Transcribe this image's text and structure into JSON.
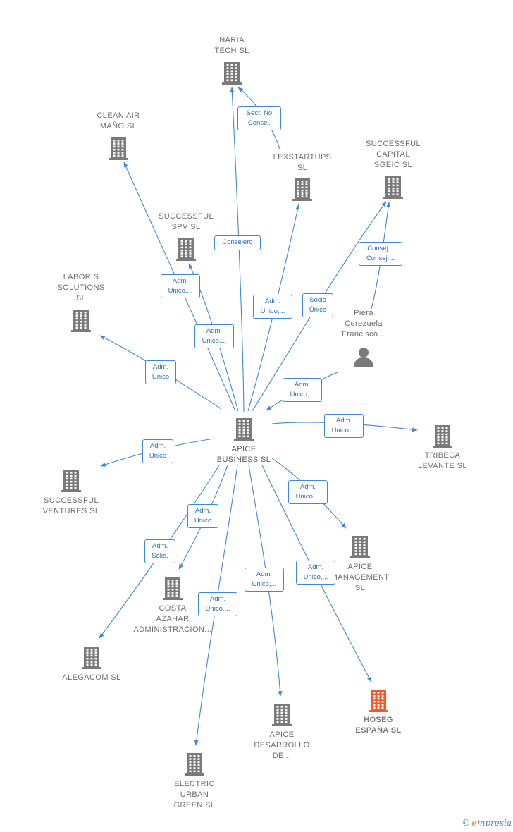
{
  "colors": {
    "edge": "#3f88d4",
    "building": "#7a7a7a",
    "highlight": "#ef5a2a",
    "person": "#7a7a7a"
  },
  "nodes": [
    {
      "id": "naria",
      "label": "NARIA\nTECH  SL",
      "type": "company",
      "highlight": false
    },
    {
      "id": "clean",
      "label": "CLEAN AIR\nMAÑO  SL",
      "type": "company",
      "highlight": false
    },
    {
      "id": "lexst",
      "label": "LEXSTARTUPS\nSL",
      "type": "company",
      "highlight": false
    },
    {
      "id": "succcap",
      "label": "SUCCESSFUL\nCAPITAL\nSGEIC  SL",
      "type": "company",
      "highlight": false
    },
    {
      "id": "succspv",
      "label": "SUCCESSFUL\nSPV  SL",
      "type": "company",
      "highlight": false
    },
    {
      "id": "laboris",
      "label": "LABORIS\nSOLUTIONS\nSL",
      "type": "company",
      "highlight": false
    },
    {
      "id": "piera",
      "label": "Piera\nCerezuela\nFrancisco...",
      "type": "person",
      "highlight": false
    },
    {
      "id": "apice",
      "label": "APICE\nBUSINESS  SL",
      "type": "company",
      "highlight": false
    },
    {
      "id": "tribeca",
      "label": "TRIBECA\nLEVANTE  SL",
      "type": "company",
      "highlight": false
    },
    {
      "id": "succvent",
      "label": "SUCCESSFUL\nVENTURES  SL",
      "type": "company",
      "highlight": false
    },
    {
      "id": "apicemgmt",
      "label": "APICE\nMANAGEMENT\nSL",
      "type": "company",
      "highlight": false
    },
    {
      "id": "costa",
      "label": "COSTA\nAZAHAR\nADMINISTRACION...",
      "type": "company",
      "highlight": false
    },
    {
      "id": "alegacom",
      "label": "ALEGACOM  SL",
      "type": "company",
      "highlight": false
    },
    {
      "id": "hoseg",
      "label": "HOSEG\nESPAÑA  SL",
      "type": "company",
      "highlight": true
    },
    {
      "id": "apicedes",
      "label": "APICE\nDESARROLLO\nDE...",
      "type": "company",
      "highlight": false
    },
    {
      "id": "electric",
      "label": "ELECTRIC\nURBAN\nGREEN  SL",
      "type": "company",
      "highlight": false
    }
  ],
  "edges": [
    {
      "from": "lexst",
      "to": "naria",
      "label": "Secr.  No\nConsej."
    },
    {
      "from": "apice",
      "to": "naria",
      "label": "Consejero"
    },
    {
      "from": "apice",
      "to": "clean",
      "label": "Adm.\nUnico,..."
    },
    {
      "from": "apice",
      "to": "succspv",
      "label": "Adm.\nUnico,..."
    },
    {
      "from": "apice",
      "to": "lexst",
      "label": "Adm.\nUnico,..."
    },
    {
      "from": "apice",
      "to": "succcap",
      "label": "Socio\nÚnico"
    },
    {
      "from": "piera",
      "to": "succcap",
      "label": "Consej. .\nConsej...."
    },
    {
      "from": "apice",
      "to": "laboris",
      "label": "Adm.\nUnico"
    },
    {
      "from": "piera",
      "to": "apice",
      "label": "Adm.\nUnico,..."
    },
    {
      "from": "apice",
      "to": "tribeca",
      "label": "Adm.\nUnico,..."
    },
    {
      "from": "apice",
      "to": "succvent",
      "label": "Adm.\nUnico"
    },
    {
      "from": "apice",
      "to": "apicemgmt",
      "label": "Adm.\nUnico,..."
    },
    {
      "from": "apice",
      "to": "costa",
      "label": "Adm.\nUnico"
    },
    {
      "from": "apice",
      "to": "alegacom",
      "label": "Adm.\nSolid."
    },
    {
      "from": "apice",
      "to": "hoseg",
      "label": "Adm.\nUnico,..."
    },
    {
      "from": "apice",
      "to": "apicedes",
      "label": "Adm.\nUnico,..."
    },
    {
      "from": "apice",
      "to": "electric",
      "label": "Adm.\nUnico,..."
    }
  ],
  "watermark": {
    "symbol": "©",
    "brand_initial": "e",
    "brand_rest": "mpresia"
  }
}
